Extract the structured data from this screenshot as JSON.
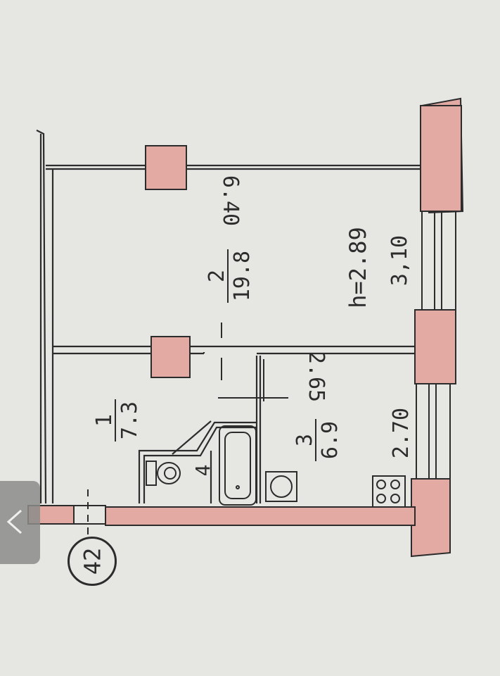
{
  "rooms": [
    {
      "number": "1",
      "area": "7.3"
    },
    {
      "number": "2",
      "area": "19.8"
    },
    {
      "number": "3",
      "area": "6.9"
    },
    {
      "number": "4"
    }
  ],
  "dimensions": {
    "room2_length": "6.40",
    "room3_length": "2.65",
    "width_kitchen": "2.70",
    "ceiling_height": "h=2.89",
    "room2_width": "3,10"
  },
  "axis_label": "42",
  "colors": {
    "wall_fill": "#e3a9a3",
    "line": "#2c2c2c",
    "paper": "#e6e6e3"
  }
}
